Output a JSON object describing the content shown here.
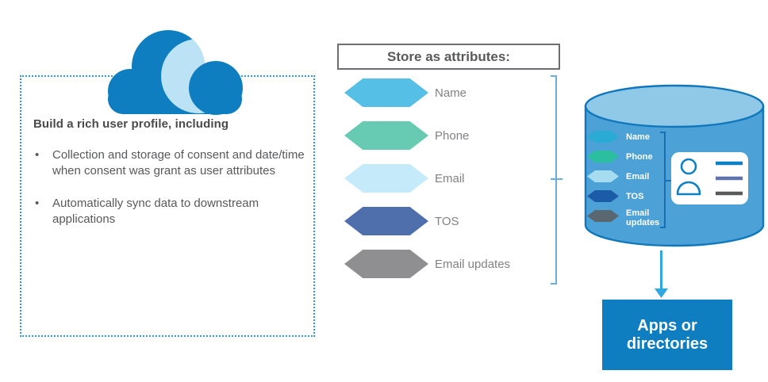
{
  "profile_panel": {
    "title": "Build a rich user profile, including",
    "bullet_marker": "•",
    "bullets": [
      "Collection and storage of consent and date/time when consent was grant as user attributes",
      "Automatically sync data to downstream applications"
    ]
  },
  "attributes_panel": {
    "title": "Store as attributes:",
    "items": [
      {
        "label": "Name",
        "color": "#55BFE6"
      },
      {
        "label": "Phone",
        "color": "#66CBB2"
      },
      {
        "label": "Email",
        "color": "#C5EBFA"
      },
      {
        "label": "TOS",
        "color": "#4E6FAC"
      },
      {
        "label": "Email updates",
        "color": "#8F8F91"
      }
    ]
  },
  "database": {
    "items": [
      {
        "label": "Name",
        "color": "#29ABD6"
      },
      {
        "label": "Phone",
        "color": "#2BBFA0"
      },
      {
        "label": "Email",
        "color": "#A6DCF0"
      },
      {
        "label": "TOS",
        "color": "#1B5CA8"
      },
      {
        "label": "Email updates",
        "color": "#5B6770"
      }
    ],
    "id_card_line_colors": [
      "#1080C4",
      "#5E72AC",
      "#58595B"
    ]
  },
  "apps_box": {
    "label": "Apps or directories"
  },
  "colors": {
    "cloud_dark": "#0E7EC1",
    "cloud_light": "#BCE3F5",
    "dashed_border": "#2E9BD5",
    "cylinder_body": "#4CA2D6",
    "cylinder_top": "#8FC9E7",
    "cylinder_stroke": "#1077BD",
    "person_icon": "#1080C4",
    "arrow": "#2FA8E1",
    "apps_box_bg": "#0E7EC1",
    "bracket_outer": "#6BAEDC",
    "bracket_inner": "#1B6FB0"
  }
}
